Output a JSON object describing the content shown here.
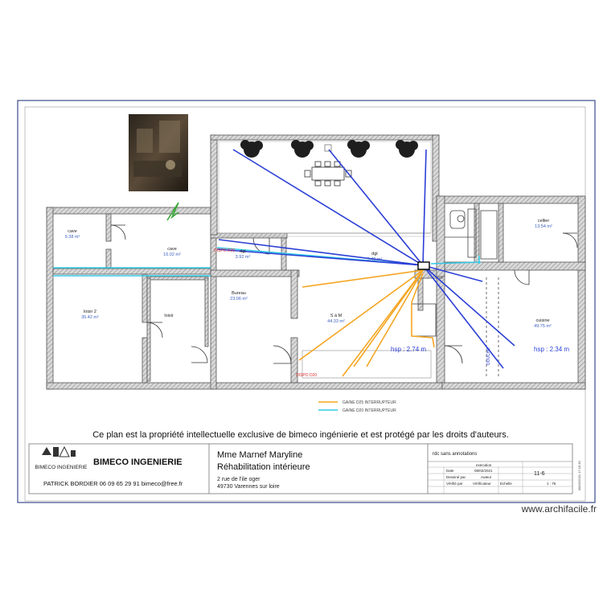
{
  "rooms": [
    {
      "name": "cave",
      "area": "9.38 m²"
    },
    {
      "name": "cave",
      "area": "16.02 m²"
    },
    {
      "name": "dgt",
      "area": "3.92 m²"
    },
    {
      "name": "dgt",
      "area": "5.49 m²"
    },
    {
      "name": "cellier",
      "area": "13.54 m²"
    },
    {
      "name": "loisir 2",
      "area": "35.42 m²"
    },
    {
      "name": "loisir",
      "area": ""
    },
    {
      "name": "Bureau",
      "area": "23.06 m²"
    },
    {
      "name": "S à M",
      "area": "44.33 m²"
    },
    {
      "name": "cuisine",
      "area": "49.75 m²"
    }
  ],
  "annotations": {
    "hsp_left": "hsp : 2.74 m",
    "hsp_right": "hsp : 2.34 m",
    "dispo_1": "DISPO D20",
    "dispo_2": "DISPO D20",
    "douche": "DOUCHE"
  },
  "legend": {
    "items": [
      {
        "label": "GAINE D25 INTERRUPTEUR",
        "color": "#f5a623"
      },
      {
        "label": "GAINE D20 INTERRUPTEUR",
        "color": "#33c9e6"
      }
    ]
  },
  "copyright": "Ce plan est la propriété intellectuelle exclusive de bimeco ingénierie et est protégé par les droits d'auteurs.",
  "title_block": {
    "company_logo_text": "BIMECO INGENIERIE",
    "company_name": "BIMECO INGENIERIE",
    "contact": "PATRICK BORDIER  06 09 65 29 91  bimeco@free.fr",
    "client": "Mme Marnef Maryline",
    "project": "Réhabilitation intérieure",
    "address_1": "2 rue de l'ile oger",
    "address_2": "49730 Varennes sur loire",
    "sheet_title": "rdc sans annotations",
    "status_label": "execution",
    "date_label": "Date",
    "date_value": "08/02/2021",
    "drawn_label": "Dessiné par",
    "drawn_value": "Auteur",
    "checked_label": "Vérifié par",
    "checked_value": "Vérificateur",
    "scale_label": "Echelle",
    "scale_value": "1 : 76",
    "sheet_number": "11-6",
    "side_stamp": "08/02/2021 17:16:30"
  },
  "watermark": "www.archifacile.fr",
  "colors": {
    "wall": "#7a7a7a",
    "wall_hatch": "#b5b5b5",
    "blue_line": "#2b3fd6",
    "orange_line": "#f5a623",
    "cyan_line": "#33c9e6",
    "green_marker": "#3aa83a",
    "dispo_red": "#e03030"
  }
}
